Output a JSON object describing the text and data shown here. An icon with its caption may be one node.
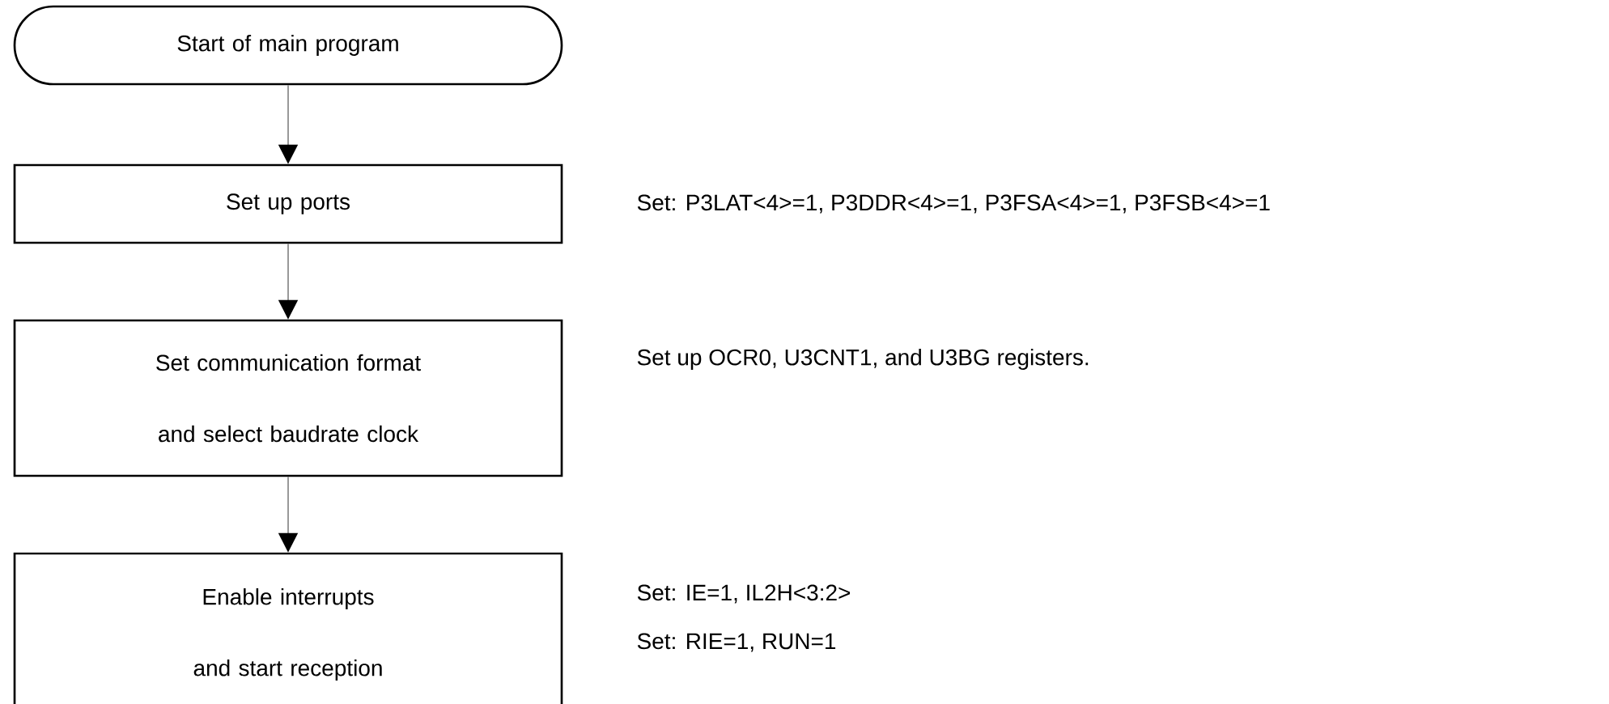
{
  "diagram": {
    "nodes": [
      {
        "text": [
          "Start of main program"
        ]
      },
      {
        "text": [
          "Set up ports"
        ],
        "beside": [
          "Set: P3LAT<4>=1, P3DDR<4>=1, P3FSA<4>=1, P3FSB<4>=1"
        ]
      },
      {
        "text": [
          "Set communication format and select baudrate clock"
        ],
        "beside": [
          "Set up OCR0, U3CNT1, and U3BG registers."
        ]
      },
      {
        "text": [
          "Enable interrupts and start reception"
        ],
        "beside": [
          "Set: IE=1, IL2H<3:2>",
          "Set: RIE=1, RUN=1"
        ]
      }
    ],
    "edges": [
      {
        "from": 0,
        "to": 1,
        "arrow": "to"
      },
      {
        "from": 1,
        "to": 2,
        "arrow": "to"
      },
      {
        "from": 2,
        "to": 3,
        "arrow": "to"
      }
    ]
  }
}
